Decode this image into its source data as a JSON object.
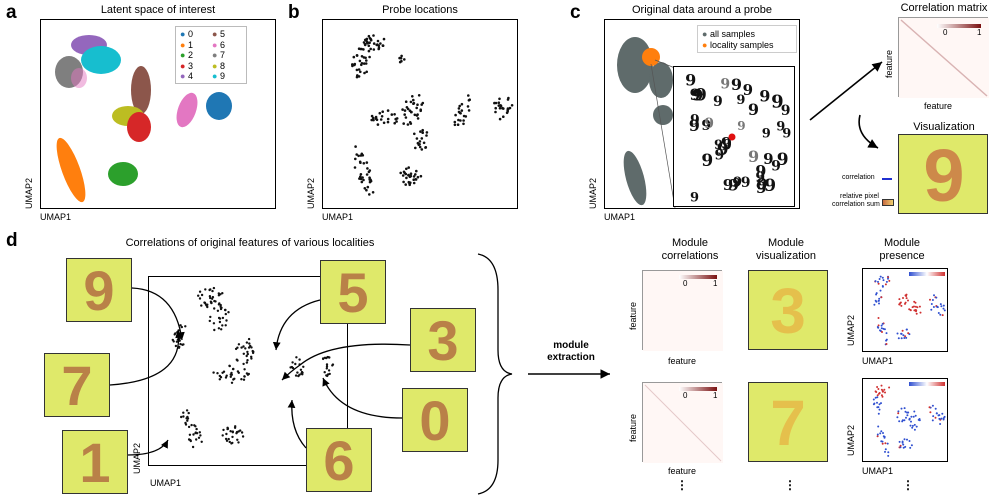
{
  "panels": {
    "a": {
      "letter": "a",
      "title": "Latent space of interest",
      "xaxis": "UMAP1",
      "yaxis": "UMAP2",
      "legend": [
        "0",
        "1",
        "2",
        "3",
        "4",
        "5",
        "6",
        "7",
        "8",
        "9"
      ]
    },
    "b": {
      "letter": "b",
      "title": "Probe locations",
      "xaxis": "UMAP1",
      "yaxis": "UMAP2"
    },
    "c": {
      "letter": "c",
      "title": "Original data around a probe",
      "xaxis": "UMAP1",
      "yaxis": "UMAP2",
      "legend": [
        "all samples",
        "locality samples"
      ],
      "corr_title": "Correlation matrix",
      "corr_xaxis": "feature",
      "corr_yaxis": "feature",
      "corr_scale": [
        "0",
        "1"
      ],
      "vis_title": "Visualization",
      "vis_label_corr": "correlation",
      "vis_label_pix1": "relative pixel",
      "vis_label_pix2": "correlation sum",
      "digit_glyph": "9"
    },
    "d": {
      "letter": "d",
      "title": "Correlations of original features of various localities",
      "xaxis": "UMAP1",
      "yaxis": "UMAP2",
      "glyphs": [
        "9",
        "7",
        "1",
        "5",
        "3",
        "0",
        "6"
      ],
      "arrow_line1": "module",
      "arrow_line2": "extraction",
      "col_titles": [
        [
          "Module",
          "correlations"
        ],
        [
          "Module",
          "visualization"
        ],
        [
          "Module",
          "presence"
        ]
      ],
      "mod_xaxis": "feature",
      "mod_yaxis": "feature",
      "mod_scale": [
        "0",
        "1"
      ],
      "pres_xaxis": "UMAP1",
      "pres_yaxis": "UMAP2",
      "module_glyphs": [
        "3",
        "7"
      ],
      "ellipsis": "⋮"
    }
  },
  "colors": {
    "digit_palette": [
      "#1f77b4",
      "#ff7f0e",
      "#2ca02c",
      "#d62728",
      "#9467bd",
      "#8c564b",
      "#e377c2",
      "#7f7f7f",
      "#bcbd22",
      "#17becf"
    ],
    "highlight_yellow": "#dfe96a",
    "probe_orange": "#ff7f0e",
    "sample_gray": "#5f6b6b"
  }
}
